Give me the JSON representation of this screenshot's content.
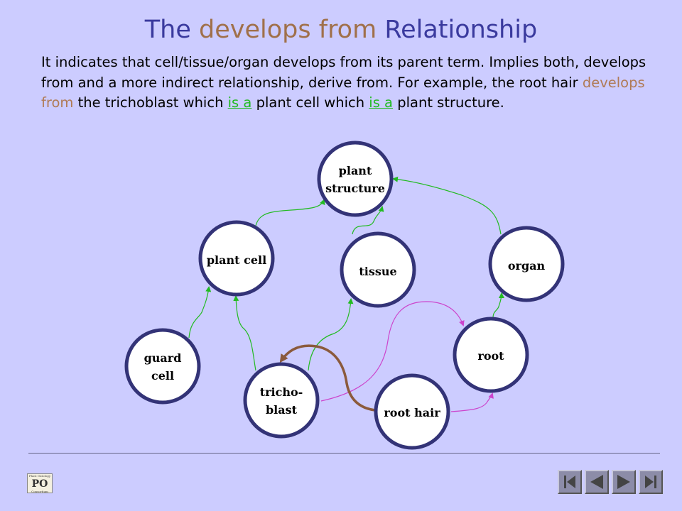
{
  "title": {
    "part1": "The ",
    "highlight": "develops from",
    "part2": " Relationship"
  },
  "body": {
    "seg1": "It indicates that cell/tissue/organ develops from its parent term. Implies both, develops from and a more indirect relationship, derive from. For example, the root hair ",
    "develops_from": "develops from",
    "seg2": " the trichoblast which ",
    "is_a_1": "is a",
    "seg3": " plant cell which ",
    "is_a_2": "is a",
    "seg4": " plant structure."
  },
  "nodes": {
    "plant_structure": [
      "plant",
      "structure"
    ],
    "plant_cell": [
      "plant cell"
    ],
    "tissue": [
      "tissue"
    ],
    "organ": [
      "organ"
    ],
    "guard_cell": [
      "guard",
      "cell"
    ],
    "trichoblast": [
      "tricho-",
      "blast"
    ],
    "root_hair": [
      "root hair"
    ],
    "root": [
      "root"
    ]
  },
  "colors": {
    "background": "#ccccff",
    "title": "#3a3a9e",
    "develops_from": "#b07a55",
    "is_a": "#22bb22",
    "part_of": "#cc44cc",
    "node_fill": "#ffffff",
    "node_border": "#333377"
  },
  "logo": {
    "top": "Plant Ontology",
    "mark": "PO",
    "bottom": "Consortium"
  },
  "nav": {
    "first": "first-slide-icon",
    "prev": "previous-slide-icon",
    "next": "next-slide-icon",
    "last": "last-slide-icon"
  }
}
